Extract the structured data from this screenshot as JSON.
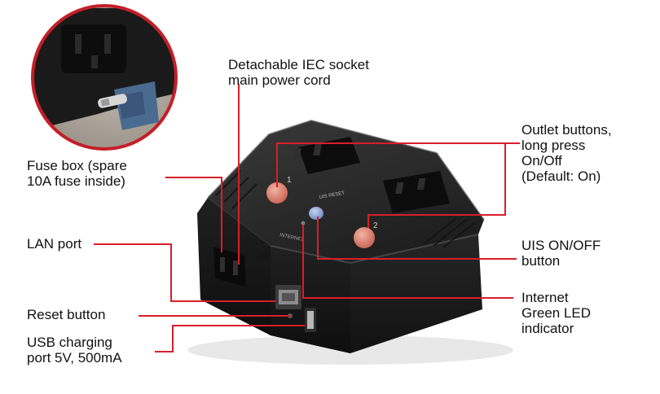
{
  "accent_color": "#d81e2a",
  "device": {
    "outlet_1_number": "1",
    "outlet_2_number": "2",
    "uis_button_text": "UIS RESET",
    "internet_led_text": "INTERNET"
  },
  "callouts": {
    "iec_socket": {
      "lines": [
        "Detachable IEC socket",
        "main power cord"
      ]
    },
    "fuse_box": {
      "lines": [
        "Fuse box (spare",
        "10A fuse inside)"
      ]
    },
    "lan_port": {
      "lines": [
        "LAN port"
      ]
    },
    "reset_button": {
      "lines": [
        "Reset button"
      ]
    },
    "usb_port": {
      "lines": [
        "USB charging",
        "port 5V, 500mA"
      ]
    },
    "outlet_buttons": {
      "lines": [
        "Outlet buttons,",
        "long press",
        "On/Off",
        "(Default: On)"
      ]
    },
    "uis_button": {
      "lines": [
        "UIS ON/OFF",
        "button"
      ]
    },
    "internet_led": {
      "lines": [
        "Internet",
        "Green LED",
        "indicator"
      ]
    }
  }
}
